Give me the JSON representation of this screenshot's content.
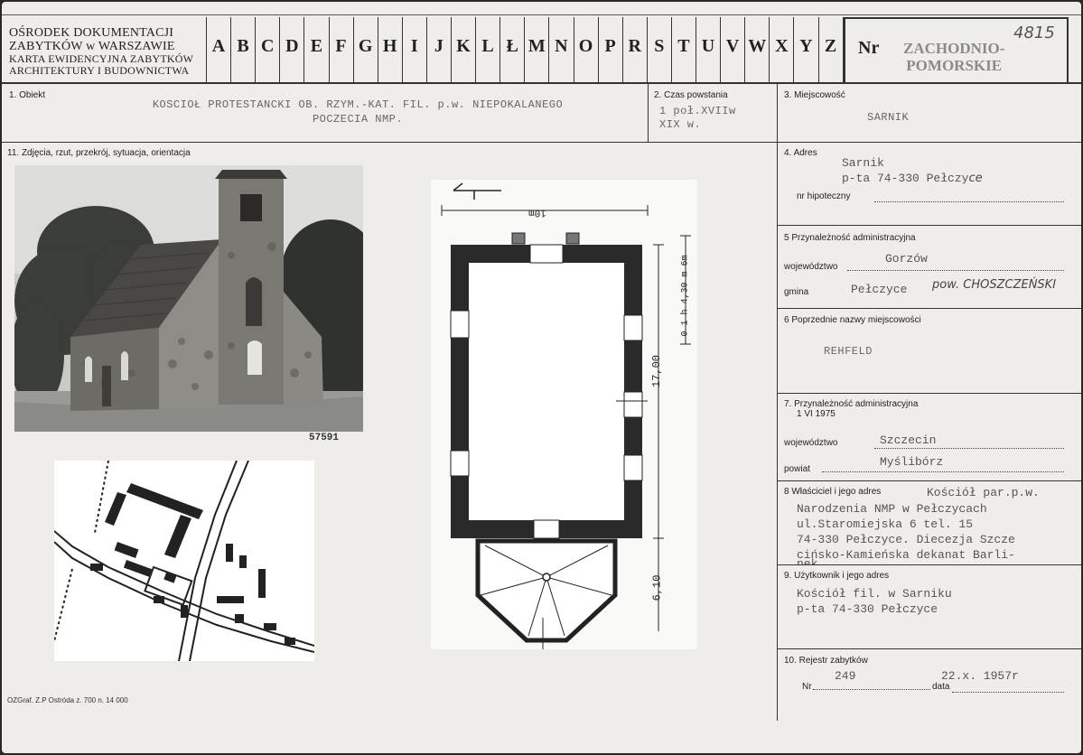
{
  "header": {
    "org_line1": "OŚRODEK DOKUMENTACJI",
    "org_line2": "ZABYTKÓW w WARSZAWIE",
    "org_line3": "KARTA EWIDENCYJNA ZABYTKÓW",
    "org_line4": "ARCHITEKTURY I BUDOWNICTWA",
    "letters": [
      "A",
      "B",
      "C",
      "D",
      "E",
      "F",
      "G",
      "H",
      "I",
      "J",
      "K",
      "L",
      "Ł",
      "M",
      "N",
      "O",
      "P",
      "R",
      "S",
      "T",
      "U",
      "V",
      "W",
      "X",
      "Y",
      "Z"
    ],
    "nr_label": "Nr",
    "nr_value_line1": "ZACHODNIO-",
    "nr_value_line2": "POMORSKIE",
    "handwritten_number": "4815"
  },
  "section1": {
    "label": "1. Obiekt",
    "value_line1": "KOSCIOŁ PROTESTANCKI OB. RZYM.-KAT. FIL. p.w. NIEPOKALANEGO",
    "value_line2": "POCZECIA NMP."
  },
  "section2": {
    "label": "2. Czas powstania",
    "value_line1": "1 poł.XVIIw",
    "value_line2": "XIX w."
  },
  "section3": {
    "label": "3. Miejscowość",
    "value": "SARNIK"
  },
  "section11": {
    "label": "11. Zdjęcia, rzut, przekrój, sytuacja, orientacja",
    "photo_number": "57591",
    "plan_dim_top": "10m",
    "plan_dim_side": "17,00",
    "plan_dim_apse": "6,10",
    "plan_scale": "0 1 h 4,30 m 6m"
  },
  "section4": {
    "label": "4. Adres",
    "value_line1": "Sarnik",
    "value_line2": "p-ta 74-330 Pełczy",
    "value_line2_hand": "ce",
    "mortgage_label": "nr hipoteczny"
  },
  "section5": {
    "label": "5  Przynależność administracyjna",
    "voivodeship_label": "województwo",
    "voivodeship_value": "Gorzów",
    "commune_label": "gmina",
    "commune_value": "Pełczyce",
    "commune_hand": "pow. CHOSZCZEŃSKI"
  },
  "section6": {
    "label": "6  Poprzednie nazwy miejscowości",
    "value": "REHFELD"
  },
  "section7": {
    "label": "7. Przynależność administracyjna",
    "date": "1 VI 1975",
    "voivodeship_label": "województwo",
    "voivodeship_value": "Szczecin",
    "district_label": "powiat",
    "district_value": "Myślibórz"
  },
  "section8": {
    "label": "8  Właściciel i jego adres",
    "value_line1": "Kościół par.p.w.",
    "value_line2": "Narodzenia NMP w Pełczycach",
    "value_line3": "ul.Staromiejska 6 tel. 15",
    "value_line4": "74-330 Pełczyce. Diecezja Szcze",
    "value_line5": "cińsko-Kamieńska dekanat Barli-",
    "value_line6": "nek"
  },
  "section9": {
    "label": "9. Użytkownik i jego adres",
    "value_line1": "Kościół fil. w Sarniku",
    "value_line2": "p-ta 74-330 Pełczyce"
  },
  "section10": {
    "label": "10. Rejestr zabytków",
    "nr_label": "Nr",
    "nr_value": "249",
    "date_label": "data",
    "date_value": "22.x. 1957r"
  },
  "footer": {
    "print_info": "OZGraf. Z.P  Ostróda z. 700 n. 14 000"
  }
}
